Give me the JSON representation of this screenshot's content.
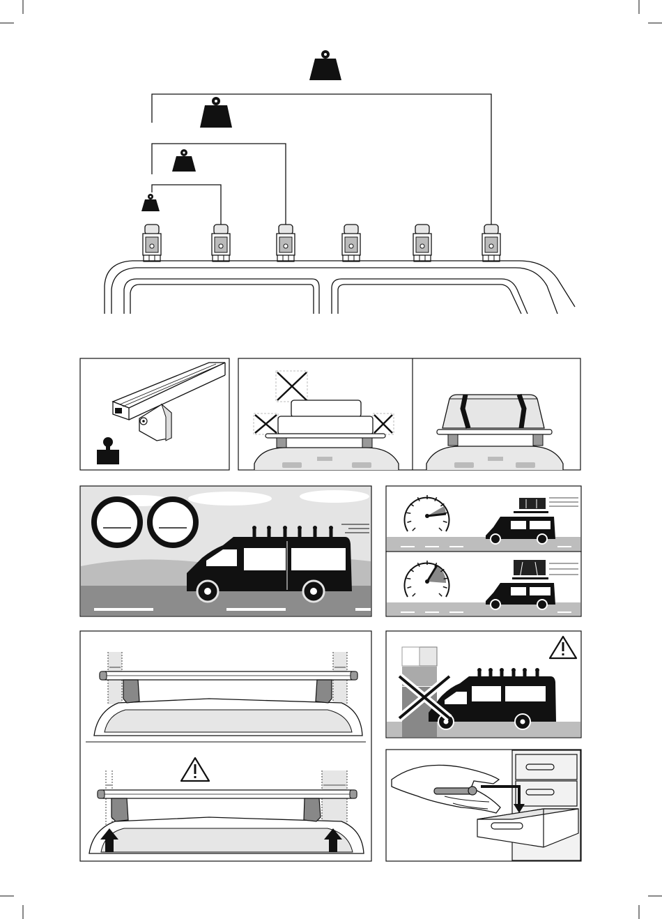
{
  "page": {
    "kind": "roof rack instruction illustrations (wordless)",
    "background": "#ffffff",
    "ink": "#111111",
    "gray_light": "#e8e8e8",
    "gray_mid": "#bdbdbd",
    "gray_dark": "#7a7a7a"
  },
  "icons": {
    "weight": "weight-icon",
    "warning": "warning-triangle-icon",
    "cross": "cross-mark-icon",
    "speedometer": "speedometer-icon",
    "arrow_up": "arrow-up-icon",
    "key": "key-icon"
  },
  "load_distribution": {
    "foot_count": 6,
    "weights_shown": 4
  },
  "panels": [
    "bar-and-foot-load",
    "load-too-large",
    "load-strapped-ok",
    "speed-limit-signs",
    "speed-with-load-slow",
    "speed-with-load-fast",
    "bar-overhang-correct",
    "bar-overhang-incorrect",
    "height-clearance-warning",
    "store-key-in-drawer"
  ]
}
